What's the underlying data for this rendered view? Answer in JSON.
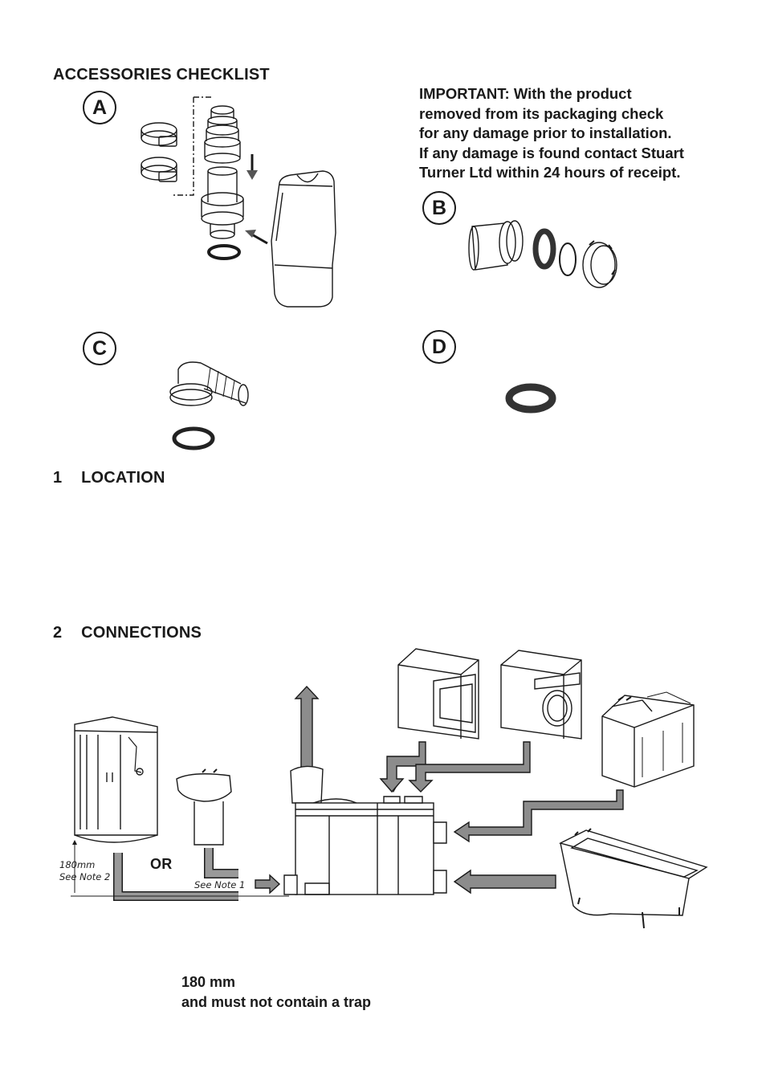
{
  "accessories": {
    "heading": "ACCESSORIES CHECKLIST",
    "important": [
      "IMPORTANT:  With the product",
      "removed from its packaging check",
      "for any damage prior to installation.",
      "If any damage is found contact Stuart",
      "Turner Ltd within 24 hours of receipt."
    ],
    "labels": {
      "a": "A",
      "b": "B",
      "c": "C",
      "d": "D"
    }
  },
  "location": {
    "number": "1",
    "heading": "LOCATION"
  },
  "connections": {
    "number": "2",
    "heading": "CONNECTIONS",
    "or_label": "OR",
    "height_note": "180mm",
    "see_note_2": "See Note 2",
    "see_note_1": "See Note 1"
  },
  "footer": {
    "line1": "180 mm",
    "line2": "and must not contain a trap"
  }
}
